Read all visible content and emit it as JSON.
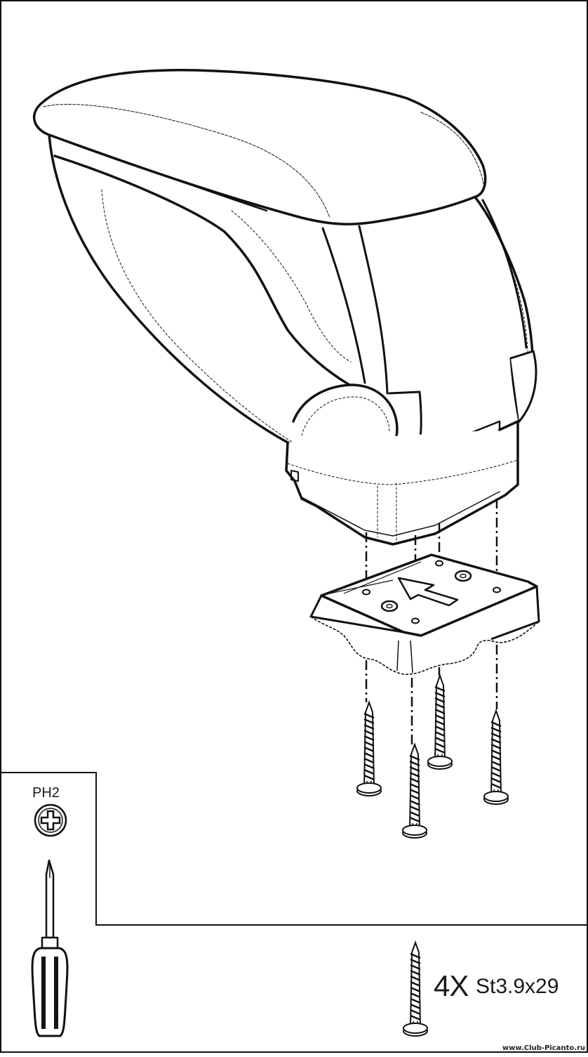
{
  "instruction": {
    "tool_label": "PH2",
    "screw_quantity": "4X",
    "screw_spec": "St3.9x29"
  },
  "watermark": "www.Club-Picanto.ru",
  "icons": {
    "armrest": "armrest-illustration",
    "bracket": "mounting-bracket",
    "screw": "screw-icon",
    "screwdriver": "screwdriver-icon",
    "phillips": "phillips-head-icon"
  }
}
